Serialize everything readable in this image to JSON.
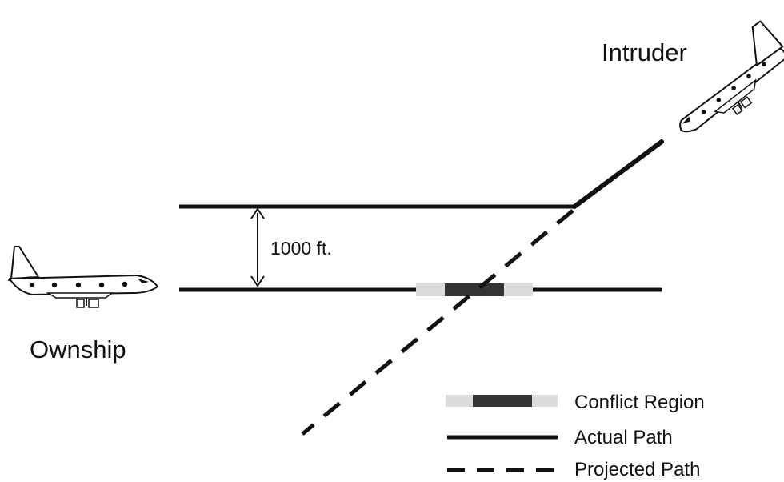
{
  "labels": {
    "intruder": "Intruder",
    "ownship": "Ownship",
    "separation": "1000 ft."
  },
  "legend": {
    "conflict_region": "Conflict Region",
    "actual_path": "Actual Path",
    "projected_path": "Projected Path"
  },
  "colors": {
    "line": "#111111",
    "conflict_core": "#333333",
    "conflict_halo": "#dcdcdc",
    "aircraft_fill": "#ffffff"
  },
  "icons": {
    "ownship": "jet-aircraft-icon",
    "intruder": "jet-aircraft-icon"
  }
}
